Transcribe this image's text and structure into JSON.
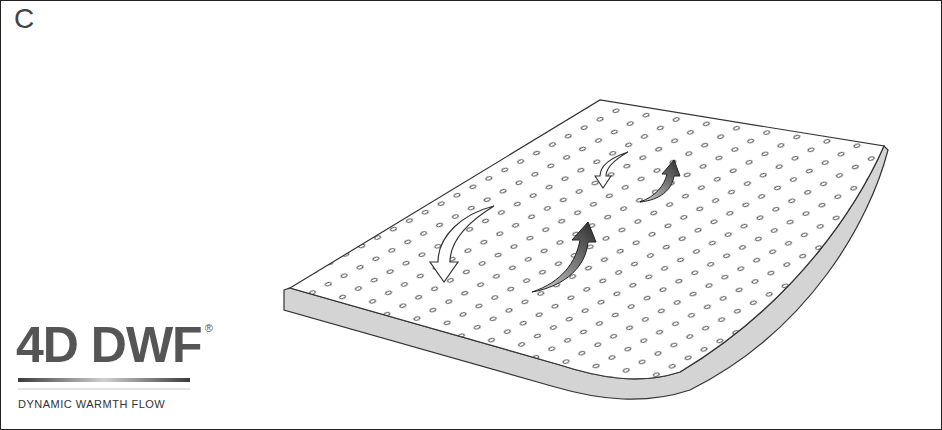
{
  "diagram": {
    "labels": [
      "C",
      "4D DWF",
      "®",
      "DYNAMIC WARMTH FLOW"
    ]
  }
}
